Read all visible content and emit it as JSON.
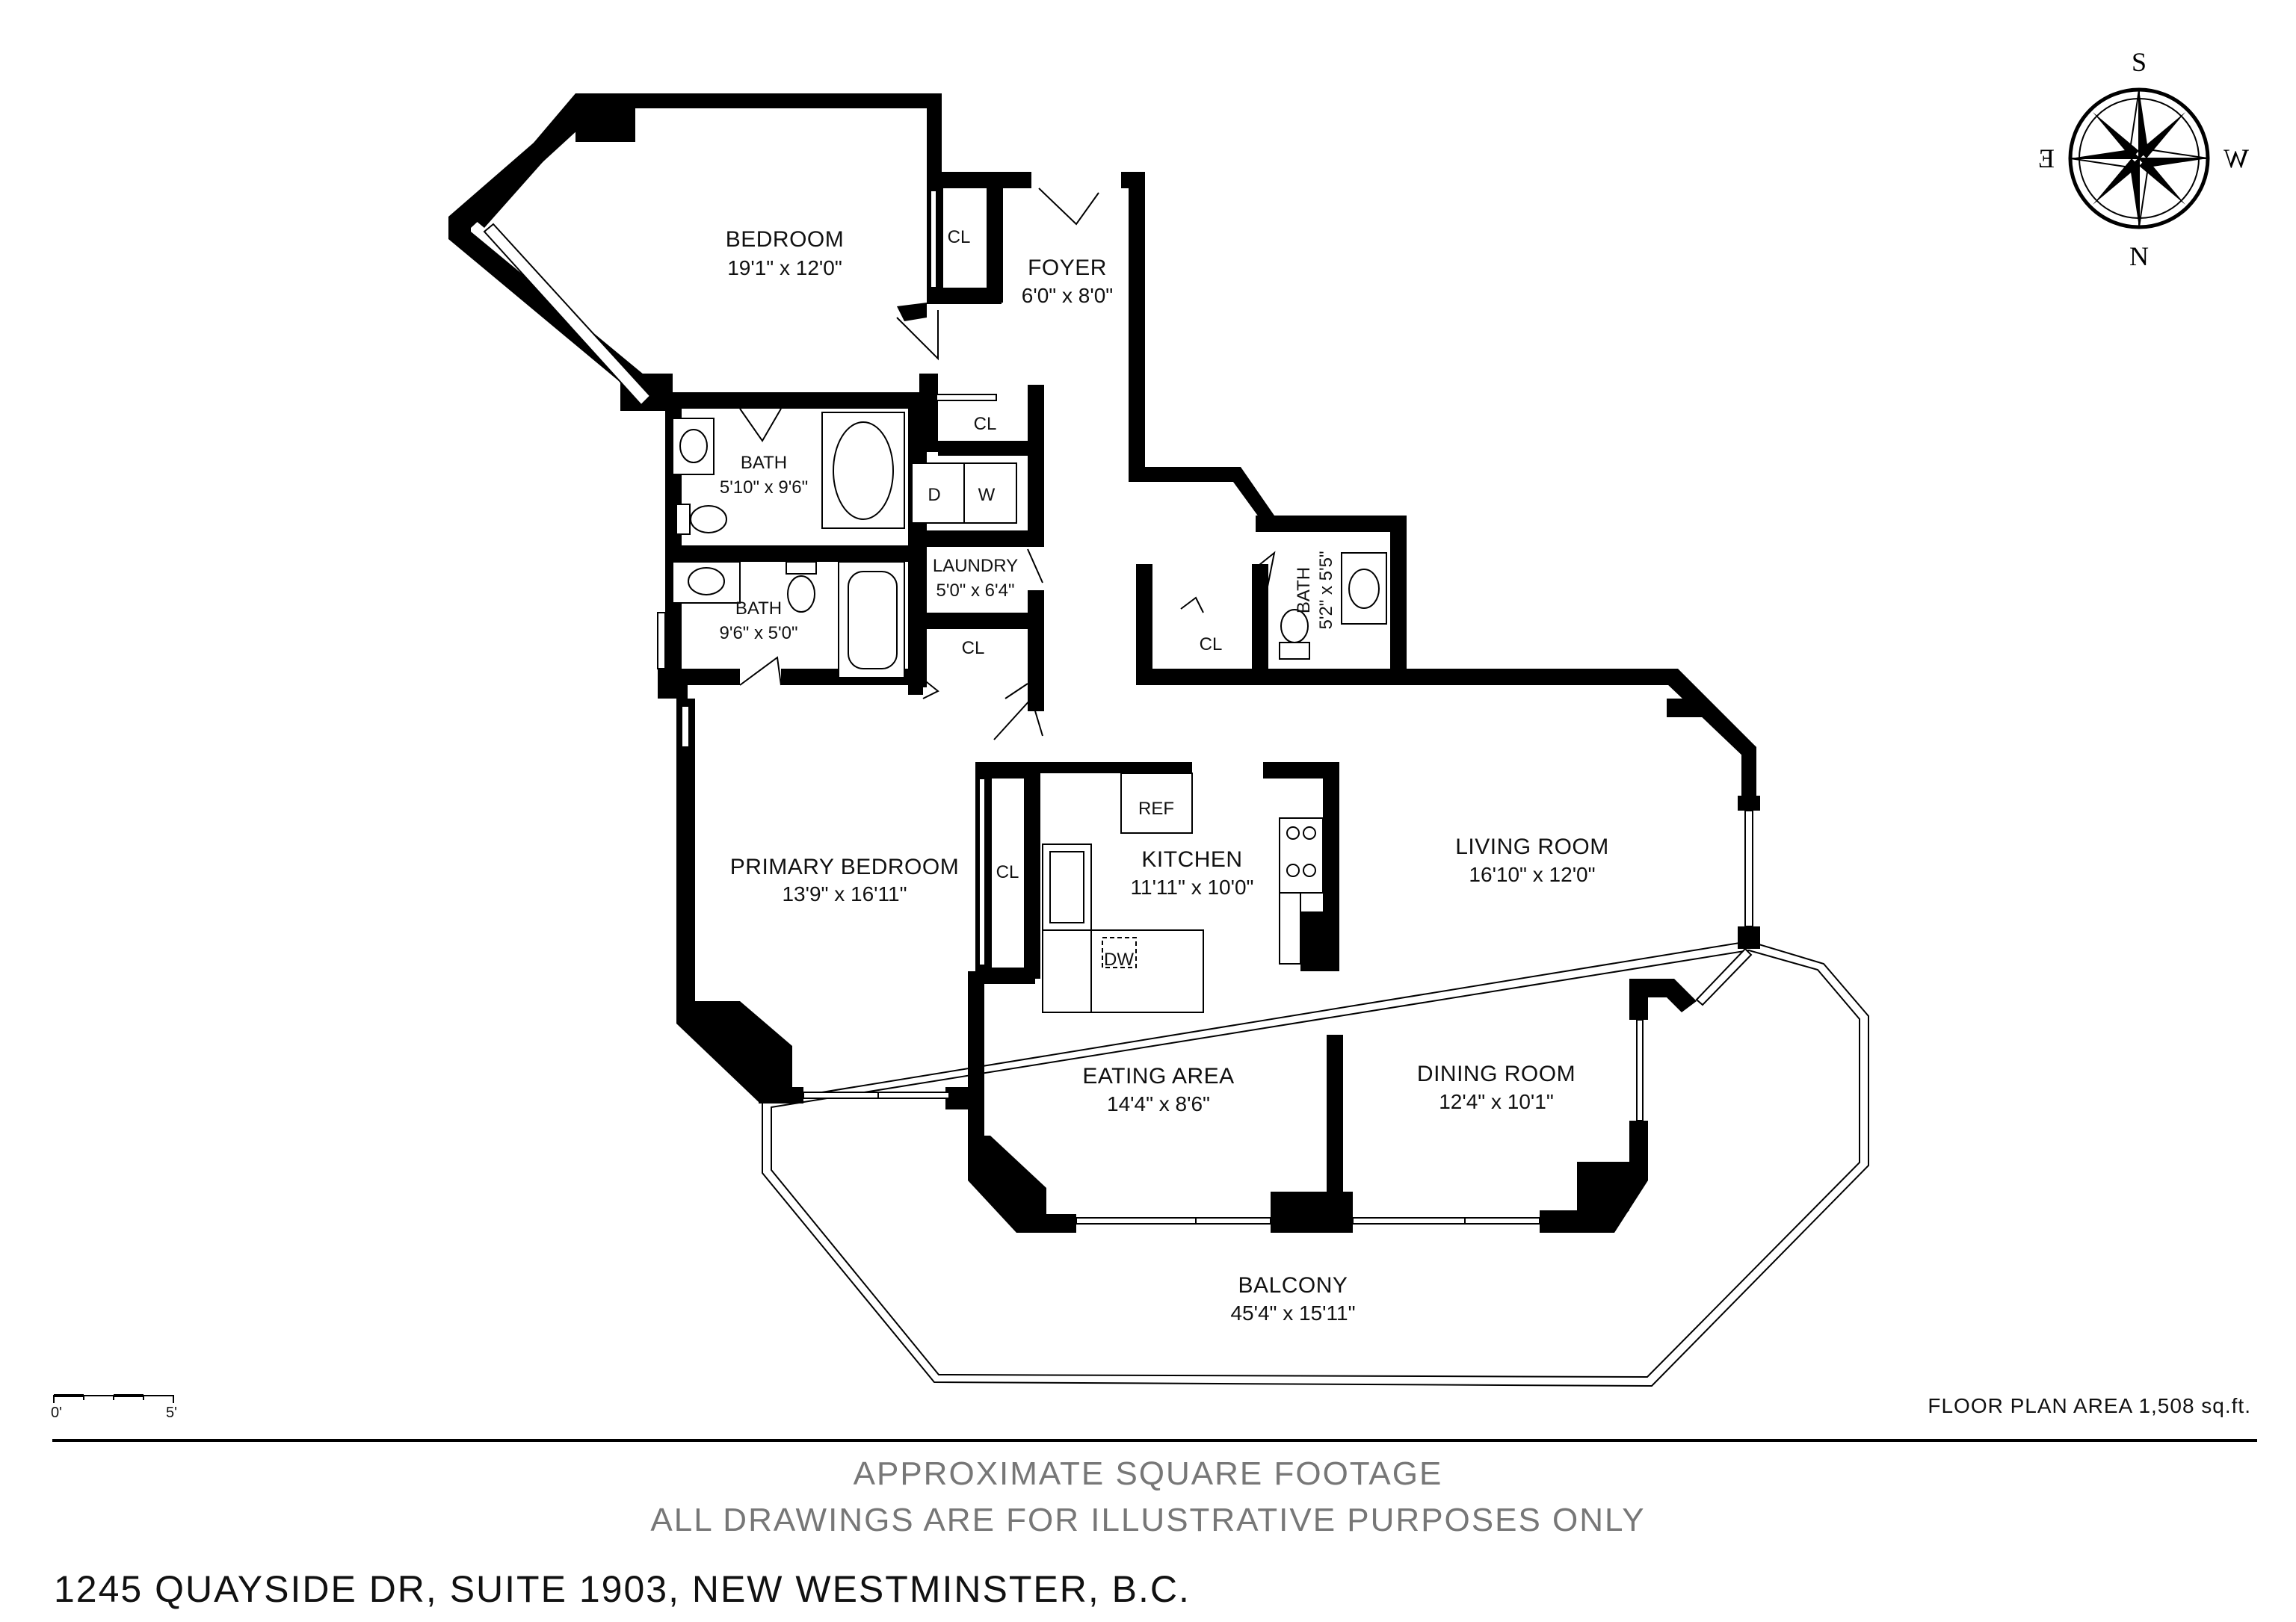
{
  "rooms": {
    "bedroom": {
      "name": "BEDROOM",
      "dim": "19'1\" x 12'0\""
    },
    "foyer": {
      "name": "FOYER",
      "dim": "6'0\" x 8'0\""
    },
    "bath1": {
      "name": "BATH",
      "dim": "5'10\" x 9'6\""
    },
    "bath2": {
      "name": "BATH",
      "dim": "9'6\" x 5'0\""
    },
    "bath3": {
      "name": "BATH",
      "dim": "5'2\" x 5'5\""
    },
    "laundry": {
      "name": "LAUNDRY",
      "dim": "5'0\" x 6'4\""
    },
    "primary_bedroom": {
      "name": "PRIMARY BEDROOM",
      "dim": "13'9\" x 16'11\""
    },
    "kitchen": {
      "name": "KITCHEN",
      "dim": "11'11\" x 10'0\""
    },
    "living_room": {
      "name": "LIVING ROOM",
      "dim": "16'10\" x 12'0\""
    },
    "eating_area": {
      "name": "EATING AREA",
      "dim": "14'4\" x 8'6\""
    },
    "dining_room": {
      "name": "DINING ROOM",
      "dim": "12'4\" x 10'1\""
    },
    "balcony": {
      "name": "BALCONY",
      "dim": "45'4\" x 15'11\""
    }
  },
  "labels": {
    "closet": "CL",
    "dryer": "D",
    "washer": "W",
    "refrigerator": "REF",
    "dishwasher": "DW"
  },
  "compass": {
    "top": "S",
    "bottom": "N",
    "left": "E",
    "right": "W"
  },
  "scale": {
    "start": "0'",
    "end": "5'"
  },
  "footer": {
    "floor_plan_area": "FLOOR PLAN AREA  1,508 sq.ft.",
    "disclaimer_1": "APPROXIMATE SQUARE FOOTAGE",
    "disclaimer_2": "ALL DRAWINGS ARE FOR ILLUSTRATIVE PURPOSES ONLY",
    "address": "1245 QUAYSIDE DR, SUITE 1903, NEW WESTMINSTER, B.C."
  }
}
